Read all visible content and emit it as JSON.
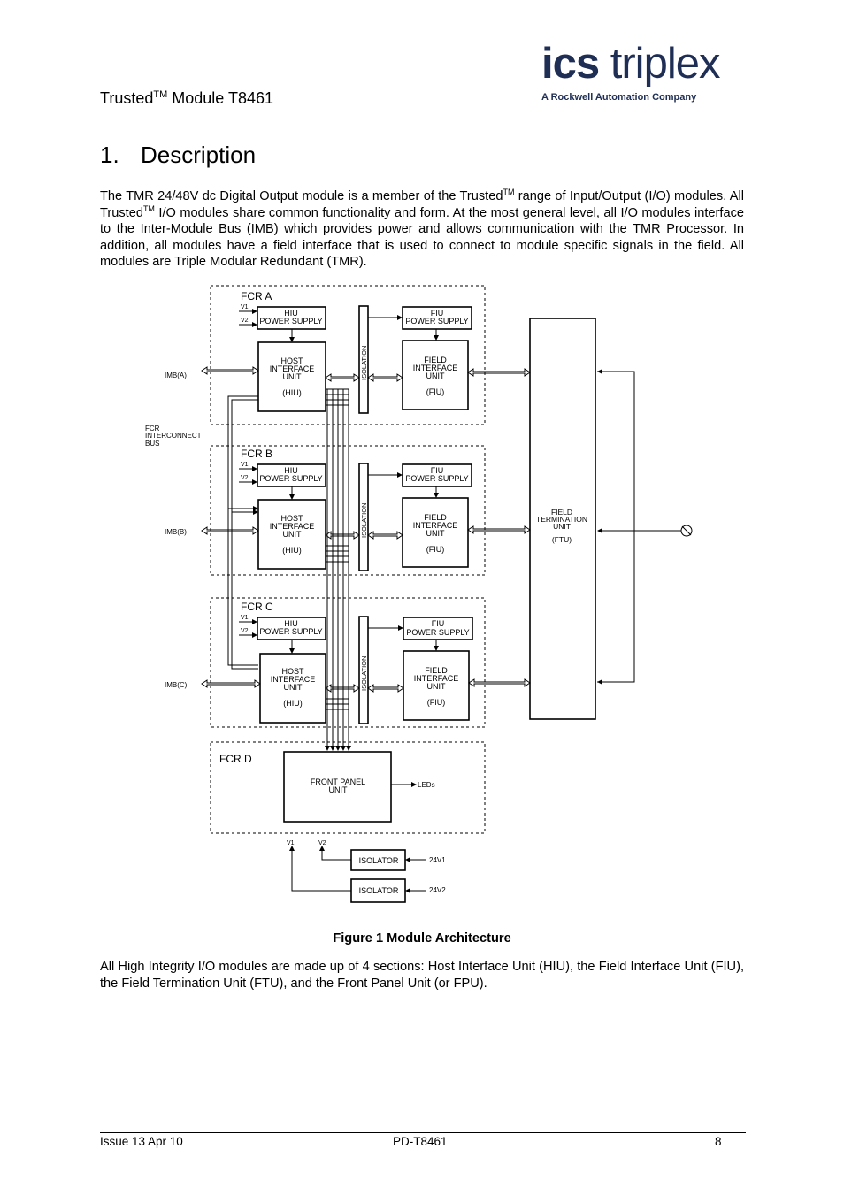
{
  "header": {
    "title_prefix": "Trusted",
    "title_sup": "TM",
    "title_suffix": " Module T8461",
    "logo_bold": "ics",
    "logo_light": "triplex",
    "logo_tagline": "A Rockwell Automation Company"
  },
  "section": {
    "number": "1.",
    "title": "Description"
  },
  "paragraph1": {
    "part1": "The TMR 24/48V dc Digital Output module is a member of the Trusted",
    "sup1": "TM",
    "part2": " range of Input/Output (I/O) modules.  All Trusted",
    "sup2": "TM",
    "part3": " I/O modules share common functionality and form.  At the most general level, all I/O modules interface to the Inter-Module Bus (IMB) which provides power and allows communication with the TMR Processor.  In addition, all modules have a field interface that is used to connect to module specific signals in the field.  All modules are Triple Modular Redundant (TMR)."
  },
  "figure": {
    "caption": "Figure 1 Module Architecture",
    "labels": {
      "fcr_a": "FCR A",
      "fcr_b": "FCR B",
      "fcr_c": "FCR C",
      "fcr_d": "FCR D",
      "v1": "V1",
      "v2": "V2",
      "hiu_ps_1": "HIU",
      "hiu_ps_2": "POWER SUPPLY",
      "fiu_ps_1": "FIU",
      "fiu_ps_2": "POWER SUPPLY",
      "hiu_1": "HOST",
      "hiu_2": "INTERFACE",
      "hiu_3": "UNIT",
      "hiu_4": "(HIU)",
      "fiu_1": "FIELD",
      "fiu_2": "INTERFACE",
      "fiu_3": "UNIT",
      "fiu_4": "(FIU)",
      "isolation": "ISOLATION",
      "imb_a": "IMB(A)",
      "imb_b": "IMB(B)",
      "imb_c": "IMB(C)",
      "fcr_bus_1": "FCR",
      "fcr_bus_2": "INTERCONNECT",
      "fcr_bus_3": "BUS",
      "ftu_1": "FIELD",
      "ftu_2": "TERMINATION",
      "ftu_3": "UNIT",
      "ftu_4": "(FTU)",
      "fpu_1": "FRONT PANEL",
      "fpu_2": "UNIT",
      "leds": "LEDs",
      "isolator": "ISOLATOR",
      "v24_1": "24V1",
      "v24_2": "24V2"
    }
  },
  "paragraph2": "All High Integrity I/O modules are made up of 4 sections: Host Interface Unit (HIU), the Field Interface Unit (FIU), the Field Termination Unit (FTU), and the Front Panel Unit (or FPU).",
  "footer": {
    "issue": "Issue 13 Apr 10",
    "doc_id": "PD-T8461",
    "page": "8"
  }
}
